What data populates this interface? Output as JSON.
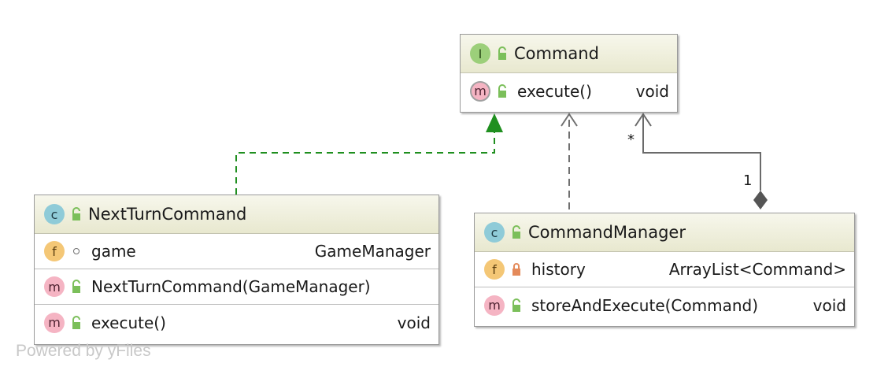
{
  "nodes": {
    "command": {
      "kind_badge": "I",
      "title": "Command",
      "methods": [
        {
          "badge": "m",
          "name": "execute()",
          "type": "void"
        }
      ]
    },
    "next_turn_command": {
      "kind_badge": "c",
      "title": "NextTurnCommand",
      "fields": [
        {
          "badge": "f",
          "name": "game",
          "type": "GameManager"
        }
      ],
      "constructors": [
        {
          "badge": "m",
          "name": "NextTurnCommand(GameManager)"
        }
      ],
      "methods": [
        {
          "badge": "m",
          "name": "execute()",
          "type": "void"
        }
      ]
    },
    "command_manager": {
      "kind_badge": "c",
      "title": "CommandManager",
      "fields": [
        {
          "badge": "f",
          "name": "history",
          "type": "ArrayList<Command>"
        }
      ],
      "methods": [
        {
          "badge": "m",
          "name": "storeAndExecute(Command)",
          "type": "void"
        }
      ]
    }
  },
  "edges": {
    "composition": {
      "source_multiplicity": "*",
      "target_multiplicity": "1"
    }
  },
  "colors": {
    "realization": "#1f8f1f",
    "dependency": "#707070",
    "composition": "#6a6a6a",
    "public_lock": "#7bbf5a",
    "private_lock": "#e48a5a"
  },
  "watermark": "Powered by yFiles"
}
